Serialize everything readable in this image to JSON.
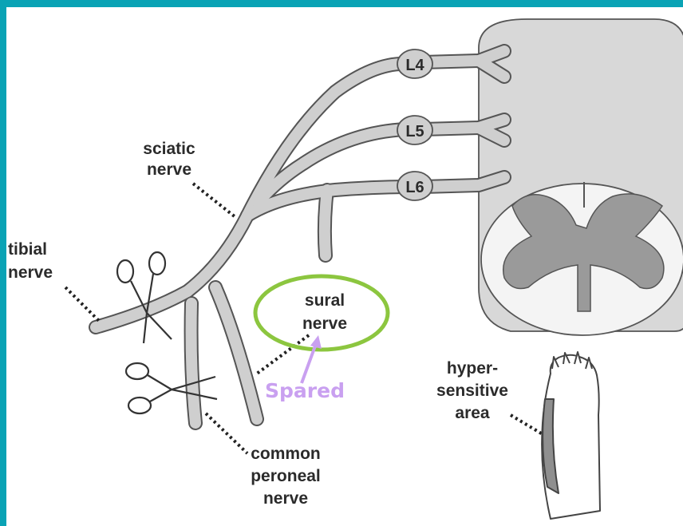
{
  "diagram": {
    "labels": {
      "sciatic": [
        "sciatic",
        "nerve"
      ],
      "tibial": [
        "tibial",
        "nerve"
      ],
      "sural": [
        "sural",
        "nerve"
      ],
      "common_peroneal": [
        "common",
        "peroneal",
        "nerve"
      ],
      "hypersensitive": [
        "hyper-",
        "sensitive",
        "area"
      ]
    },
    "roots": [
      "L4",
      "L5",
      "L6"
    ],
    "annotation": {
      "text": "Spared",
      "color": "#c9a0f0"
    },
    "highlight_color": "#8cc63f",
    "colors": {
      "background": "#0aa3b5",
      "nerve_fill": "#cfcfcf",
      "outline": "#555555",
      "gray_matter": "#9a9a9a",
      "white_matter": "#f4f4f4",
      "cord": "#d8d8d8"
    }
  }
}
